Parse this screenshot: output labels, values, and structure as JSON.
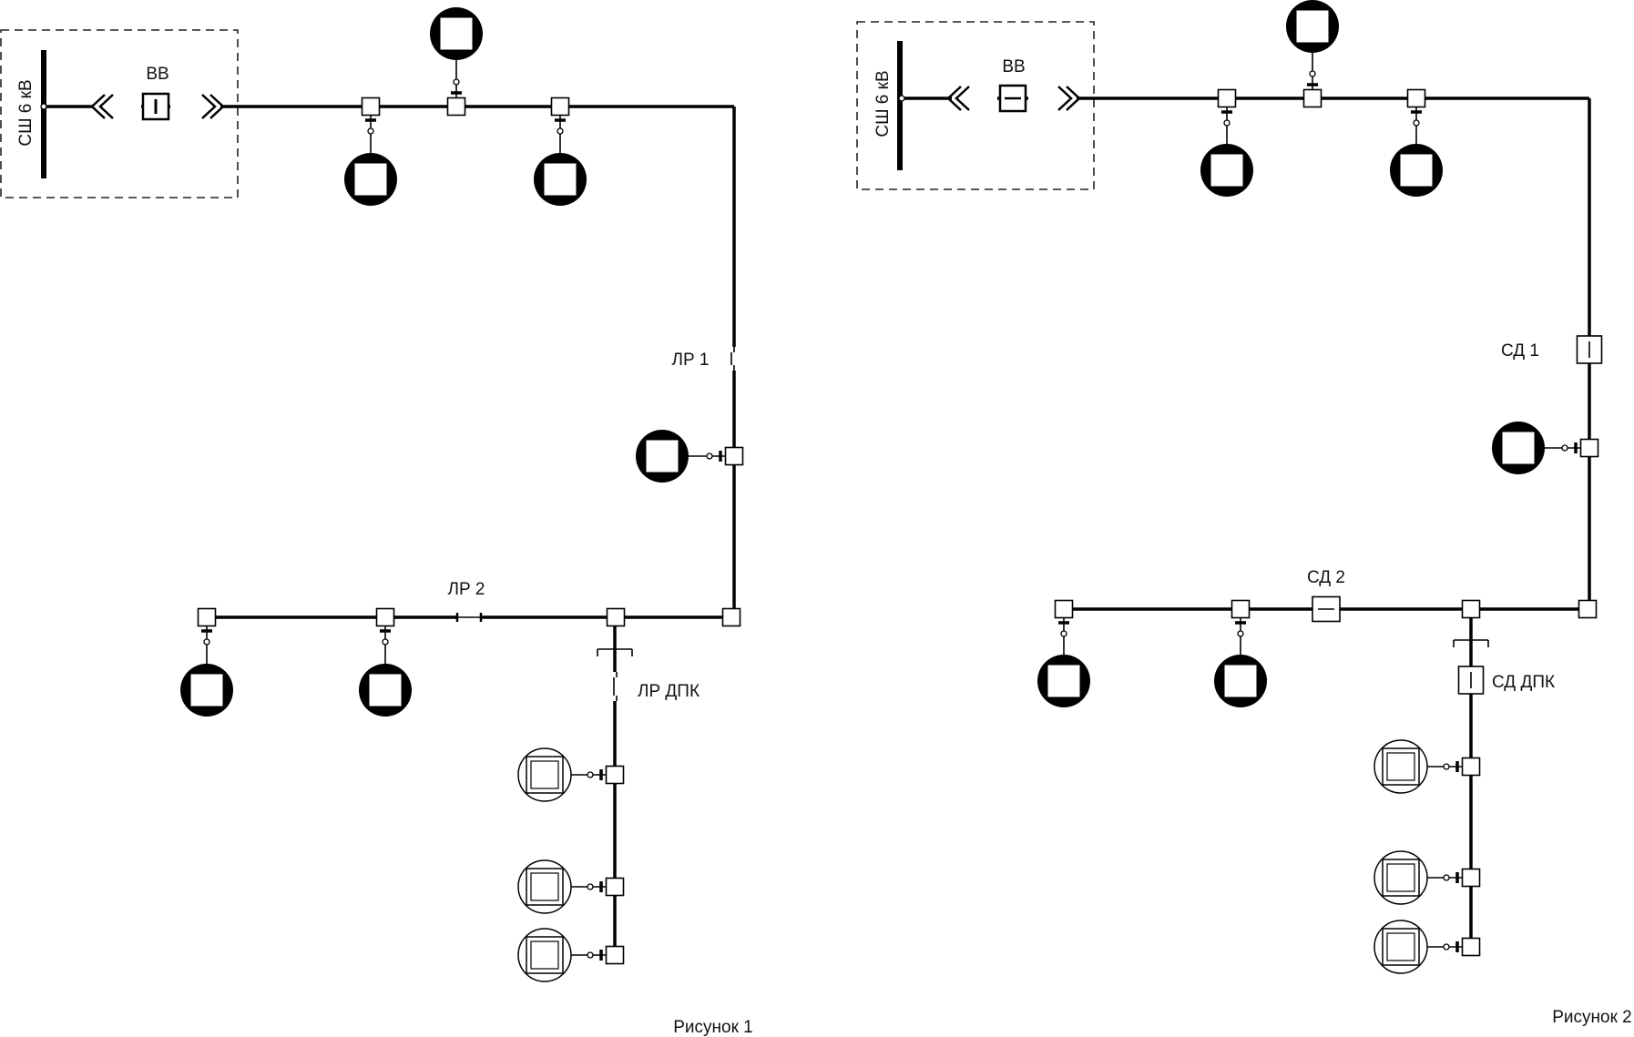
{
  "figure1": {
    "busbar_label": "СШ 6 кВ",
    "breaker_label": "ВВ",
    "switch1_label": "ЛР 1",
    "switch2_label": "ЛР 2",
    "branch_switch_label": "ЛР ДПК",
    "caption": "Рисунок 1"
  },
  "figure2": {
    "busbar_label": "СШ 6 кВ",
    "breaker_label": "ВВ",
    "switch1_label": "СД 1",
    "switch2_label": "СД 2",
    "branch_switch_label": "СД ДПК",
    "caption": "Рисунок 2"
  }
}
